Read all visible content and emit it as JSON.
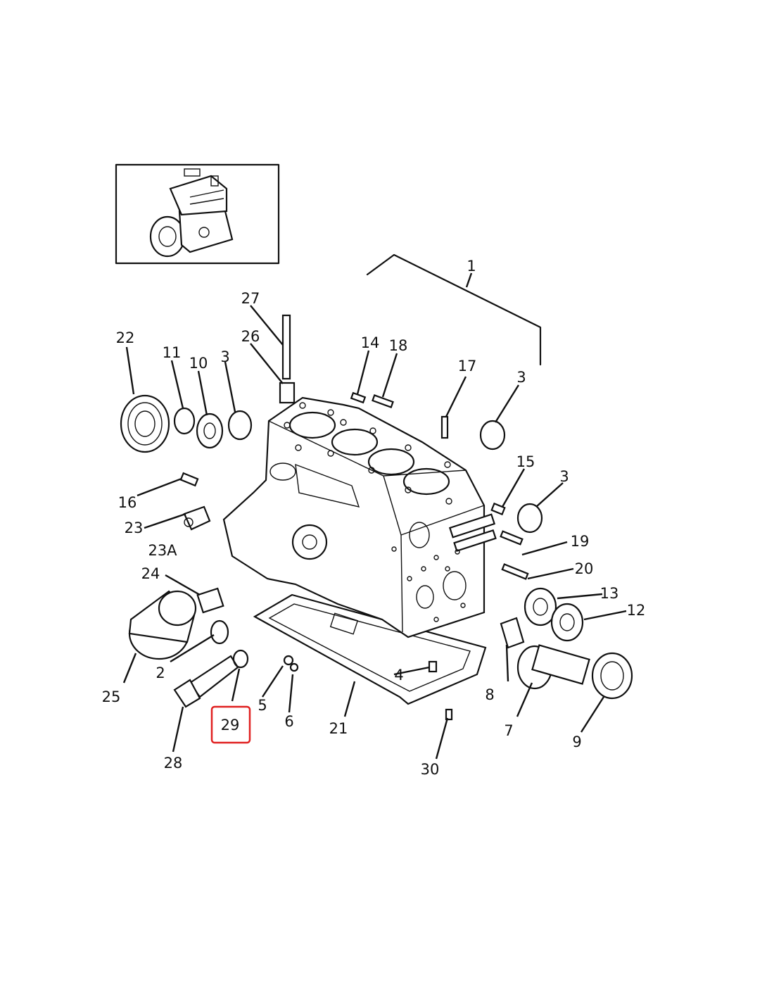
{
  "callouts": {
    "c1": "1",
    "c2": "2",
    "c3a": "3",
    "c3b": "3",
    "c3c": "3",
    "c4": "4",
    "c5": "5",
    "c6": "6",
    "c7": "7",
    "c8": "8",
    "c9": "9",
    "c10": "10",
    "c11": "11",
    "c12": "12",
    "c13": "13",
    "c14": "14",
    "c15": "15",
    "c16": "16",
    "c17": "17",
    "c18": "18",
    "c19": "19",
    "c20": "20",
    "c21": "21",
    "c22": "22",
    "c23": "23",
    "c23a": "23A",
    "c24": "24",
    "c25": "25",
    "c26": "26",
    "c27": "27",
    "c28": "28",
    "c29": "29",
    "c30": "30"
  },
  "highlight": {
    "callout": "29",
    "color": "#e02020"
  },
  "icons": {
    "locator_view": "engine-locator-icon"
  }
}
